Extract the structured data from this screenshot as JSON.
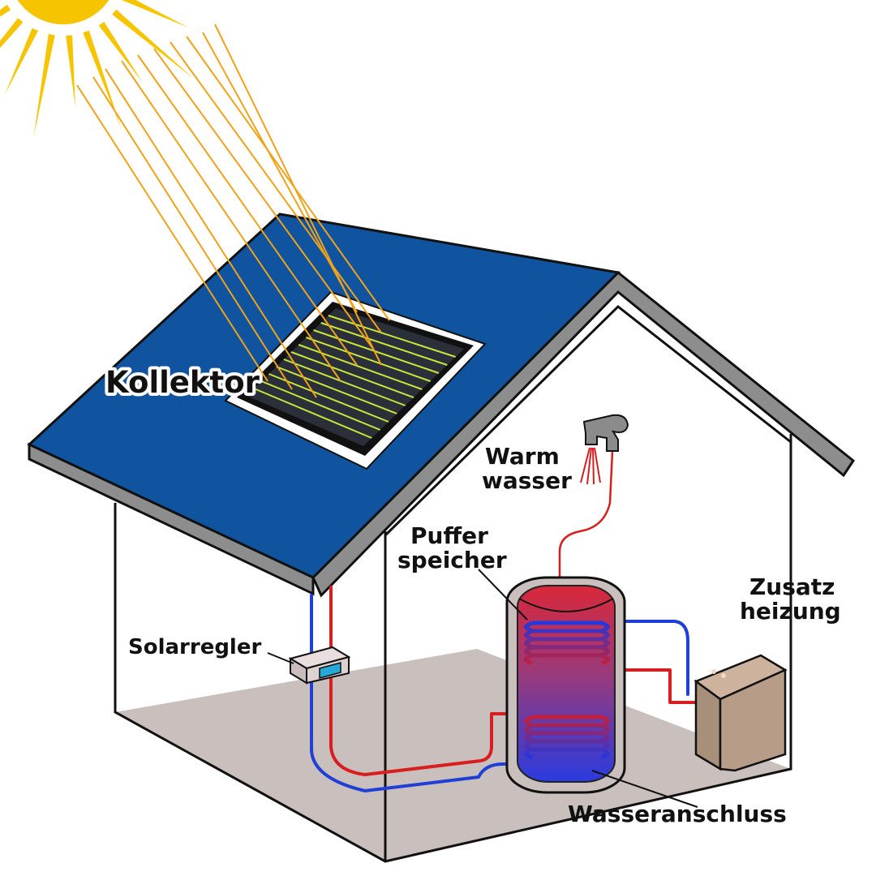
{
  "labels": {
    "kollektor": "Kollektor",
    "warm_line1": "Warm",
    "warm_line2": "wasser",
    "puffer_line1": "Puffer",
    "puffer_line2": "speicher",
    "zusatz_line1": "Zusatz",
    "zusatz_line2": "heizung",
    "solarregler": "Solarregler",
    "wasseranschluss": "Wasseranschluss"
  },
  "colors": {
    "roof": "#1054a0",
    "hot_pipe": "#d81e1e",
    "cold_pipe": "#1f3fd6",
    "floor": "#c9c0bd",
    "sun": "#f6c400",
    "collector_line": "#c8e63a",
    "boiler": "#b79c87"
  }
}
